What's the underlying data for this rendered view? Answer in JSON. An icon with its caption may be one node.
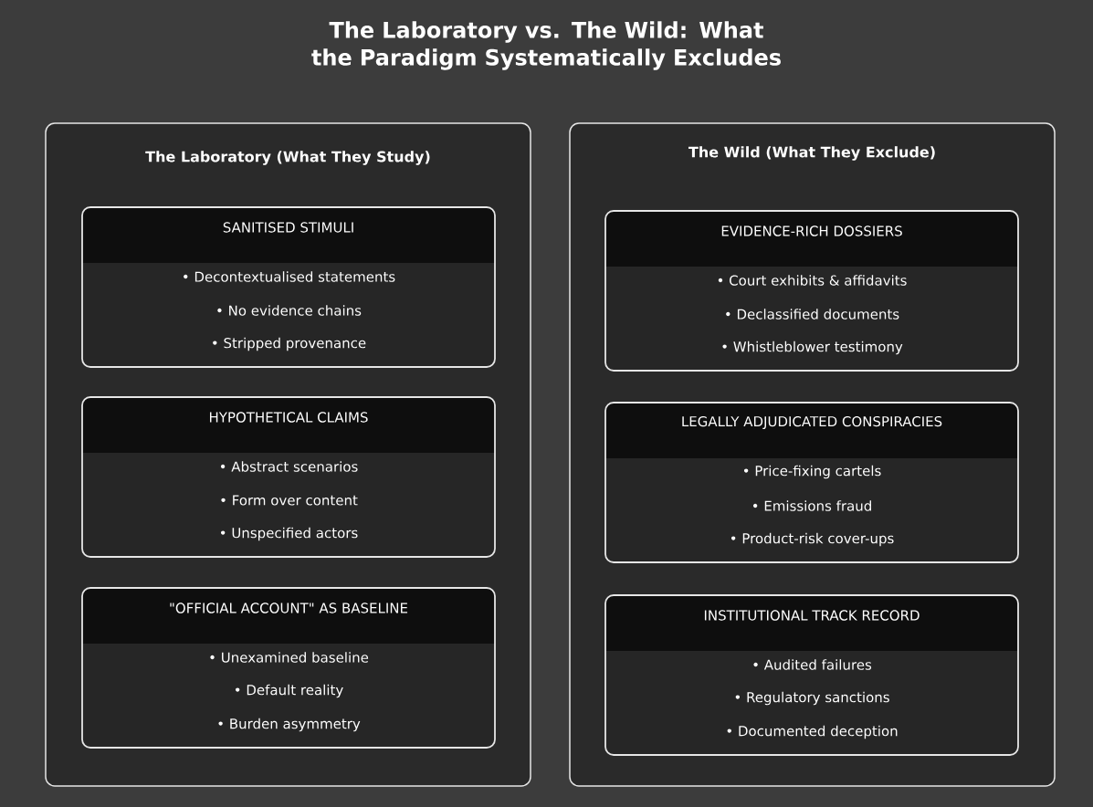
{
  "diagram": {
    "title": "The Laboratory vs. The Wild: What the Paradigm Systematically Excludes",
    "nodes": [
      {
        "text": [
          "The Laboratory (What They Study)"
        ]
      },
      {
        "text": [
          "SANITISED STIMULI",
          "• Decontextualised statements",
          "• No evidence chains",
          "• Stripped provenance"
        ],
        "in": 0
      },
      {
        "text": [
          "HYPOTHETICAL CLAIMS",
          "• Abstract scenarios",
          "• Form over content",
          "• Unspecified actors"
        ],
        "in": 0
      },
      {
        "text": [
          "\"OFFICIAL ACCOUNT\" AS BASELINE",
          "• Unexamined baseline",
          "• Default reality",
          "• Burden asymmetry"
        ],
        "in": 0
      },
      {
        "text": [
          "The Wild (What They Exclude)"
        ]
      },
      {
        "text": [
          "EVIDENCE-RICH DOSSIERS",
          "• Court exhibits & affidavits",
          "• Declassified documents",
          "• Whistleblower testimony"
        ],
        "in": 4
      },
      {
        "text": [
          "LEGALLY ADJUDICATED CONSPIRACIES",
          "• Price-fixing cartels",
          "• Emissions fraud",
          "• Product-risk cover-ups"
        ],
        "in": 4
      },
      {
        "text": [
          "INSTITUTIONAL TRACK RECORD",
          "• Audited failures",
          "• Regulatory sanctions",
          "• Documented deception"
        ],
        "in": 4
      }
    ]
  }
}
